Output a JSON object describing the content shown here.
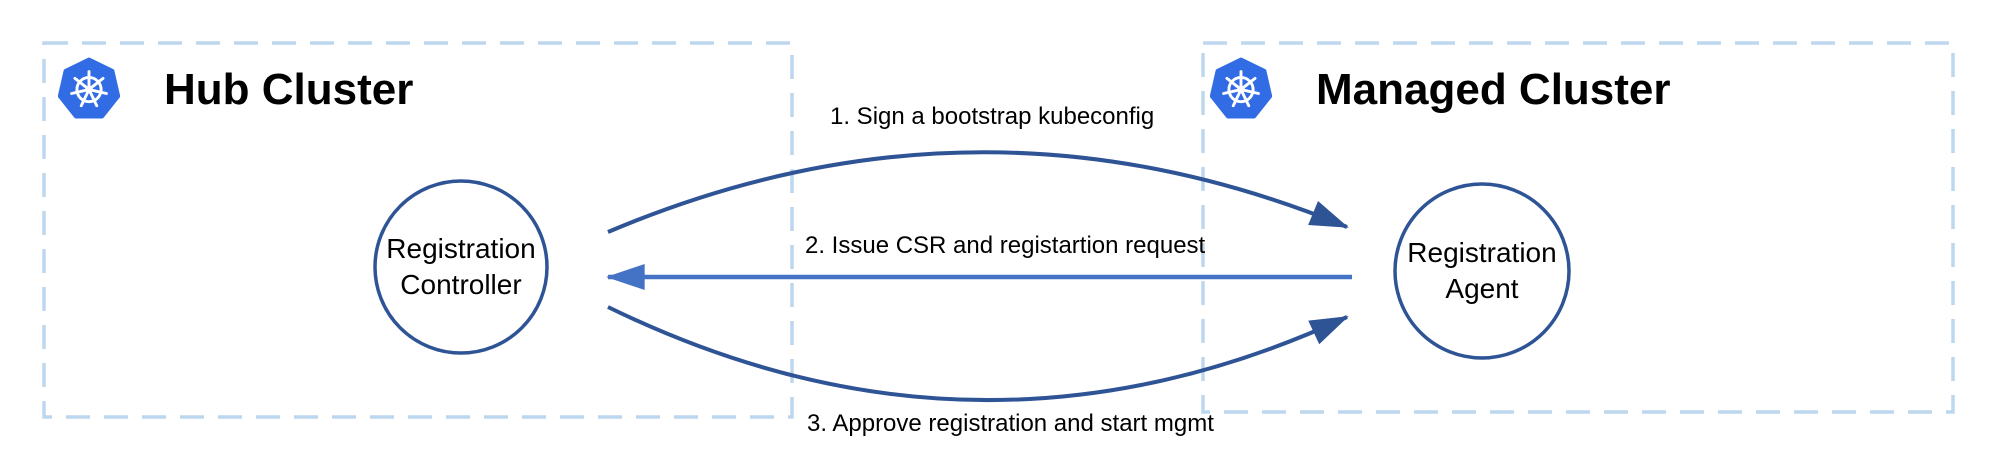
{
  "colors": {
    "box-border": "#BDD7EE",
    "dark-blue": "#2F5496",
    "accent-blue": "#4472C4",
    "k8s-blue": "#326CE5",
    "text": "#000000"
  },
  "hub": {
    "title": "Hub Cluster",
    "icon": "kubernetes-icon",
    "node": {
      "line1": "Registration",
      "line2": "Controller"
    }
  },
  "managed": {
    "title": "Managed Cluster",
    "icon": "kubernetes-icon",
    "node": {
      "line1": "Registration",
      "line2": "Agent"
    }
  },
  "messages": [
    {
      "label": "1. Sign a bootstrap kubeconfig",
      "direction": "hub-to-managed"
    },
    {
      "label": "2. Issue CSR and registartion request",
      "direction": "managed-to-hub"
    },
    {
      "label": "3. Approve registration and start mgmt",
      "direction": "hub-to-managed"
    }
  ]
}
